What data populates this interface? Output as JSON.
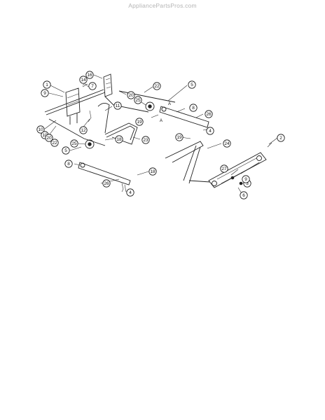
{
  "header": {
    "watermark": "AppliancePartsPros.com"
  },
  "callouts": [
    {
      "id": "c1",
      "label": "1"
    },
    {
      "id": "c2",
      "label": "9"
    },
    {
      "id": "c3",
      "label": "14"
    },
    {
      "id": "c4",
      "label": "16"
    },
    {
      "id": "c5",
      "label": "7"
    },
    {
      "id": "c6",
      "label": "10"
    },
    {
      "id": "c7",
      "label": "22"
    },
    {
      "id": "c8",
      "label": "20"
    },
    {
      "id": "c9",
      "label": "25"
    },
    {
      "id": "c10",
      "label": "5"
    },
    {
      "id": "c11",
      "label": "11"
    },
    {
      "id": "c12",
      "label": "12"
    },
    {
      "id": "c13",
      "label": "10"
    },
    {
      "id": "c14",
      "label": "20"
    },
    {
      "id": "c15",
      "label": "22"
    },
    {
      "id": "c16",
      "label": "25"
    },
    {
      "id": "c17",
      "label": "5"
    },
    {
      "id": "c18",
      "label": "18"
    },
    {
      "id": "c19",
      "label": "23"
    },
    {
      "id": "c20",
      "label": "8"
    },
    {
      "id": "c21",
      "label": "26"
    },
    {
      "id": "c22",
      "label": "19"
    },
    {
      "id": "c23",
      "label": "4"
    },
    {
      "id": "c24",
      "label": "8"
    },
    {
      "id": "c25",
      "label": "26"
    },
    {
      "id": "c26",
      "label": "18"
    },
    {
      "id": "c27",
      "label": "19"
    },
    {
      "id": "c28",
      "label": "4"
    },
    {
      "id": "c29",
      "label": "24"
    },
    {
      "id": "c30",
      "label": "2"
    },
    {
      "id": "c31",
      "label": "27"
    },
    {
      "id": "c32",
      "label": "3"
    },
    {
      "id": "c33",
      "label": "9"
    },
    {
      "id": "c34",
      "label": "6"
    }
  ],
  "marks": {
    "a_top": "A",
    "a_mid": "A"
  }
}
